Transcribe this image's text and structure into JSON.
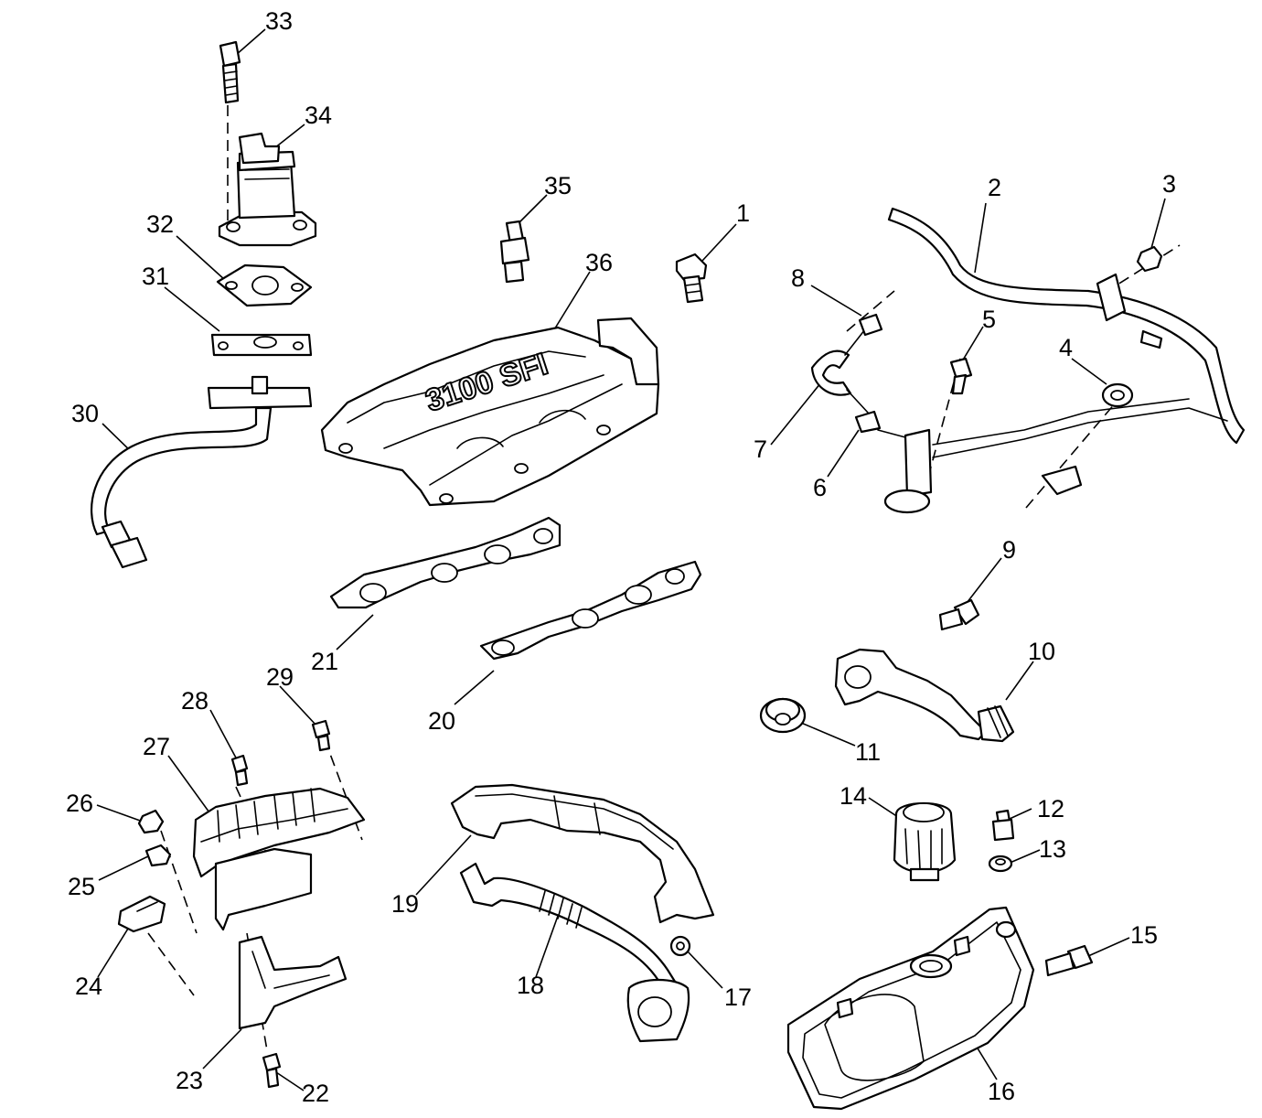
{
  "diagram": {
    "emboss_text": "3100 SFI",
    "callouts": [
      {
        "id": "1",
        "label": "1"
      },
      {
        "id": "2",
        "label": "2"
      },
      {
        "id": "3",
        "label": "3"
      },
      {
        "id": "4",
        "label": "4"
      },
      {
        "id": "5",
        "label": "5"
      },
      {
        "id": "6",
        "label": "6"
      },
      {
        "id": "7",
        "label": "7"
      },
      {
        "id": "8",
        "label": "8"
      },
      {
        "id": "9",
        "label": "9"
      },
      {
        "id": "10",
        "label": "10"
      },
      {
        "id": "11",
        "label": "11"
      },
      {
        "id": "12",
        "label": "12"
      },
      {
        "id": "13",
        "label": "13"
      },
      {
        "id": "14",
        "label": "14"
      },
      {
        "id": "15",
        "label": "15"
      },
      {
        "id": "16",
        "label": "16"
      },
      {
        "id": "17",
        "label": "17"
      },
      {
        "id": "18",
        "label": "18"
      },
      {
        "id": "19",
        "label": "19"
      },
      {
        "id": "20",
        "label": "20"
      },
      {
        "id": "21",
        "label": "21"
      },
      {
        "id": "22",
        "label": "22"
      },
      {
        "id": "23",
        "label": "23"
      },
      {
        "id": "24",
        "label": "24"
      },
      {
        "id": "25",
        "label": "25"
      },
      {
        "id": "26",
        "label": "26"
      },
      {
        "id": "27",
        "label": "27"
      },
      {
        "id": "28",
        "label": "28"
      },
      {
        "id": "29",
        "label": "29"
      },
      {
        "id": "30",
        "label": "30"
      },
      {
        "id": "31",
        "label": "31"
      },
      {
        "id": "32",
        "label": "32"
      },
      {
        "id": "33",
        "label": "33"
      },
      {
        "id": "34",
        "label": "34"
      },
      {
        "id": "35",
        "label": "35"
      },
      {
        "id": "36",
        "label": "36"
      }
    ]
  }
}
